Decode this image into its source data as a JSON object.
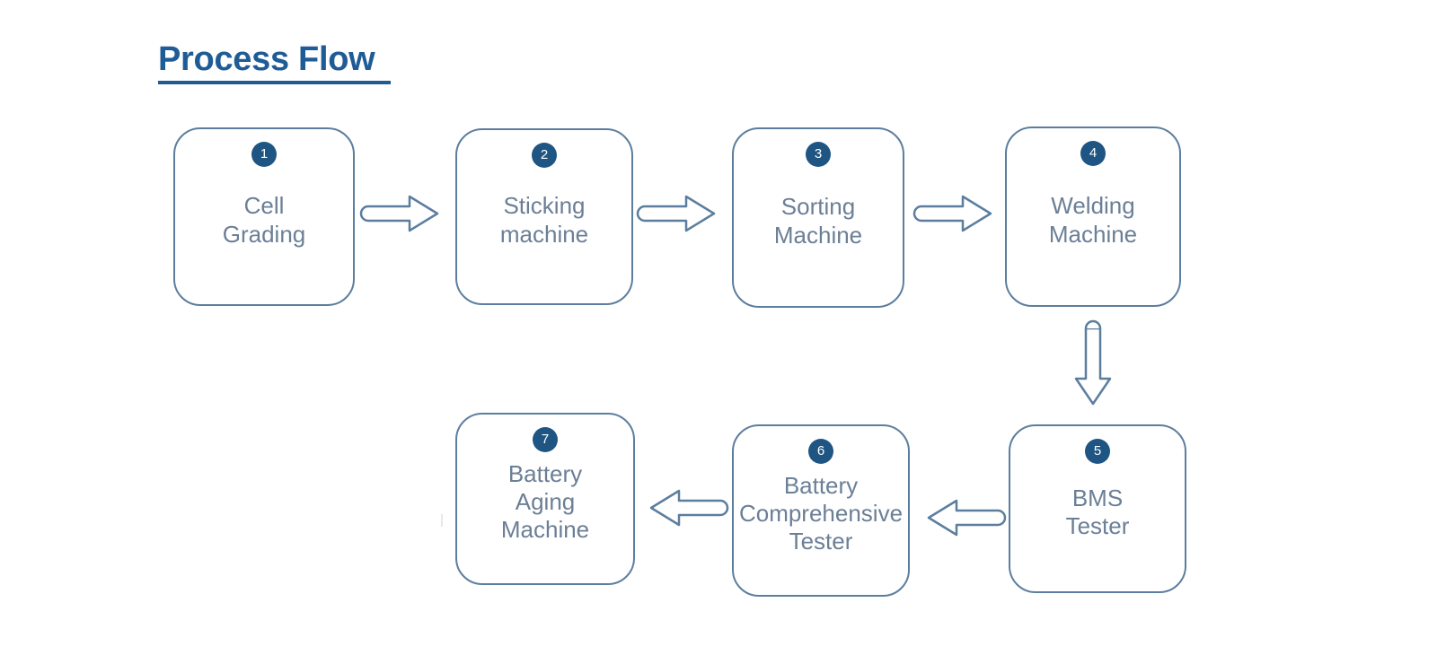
{
  "title": {
    "text": "Process Flow"
  },
  "colors": {
    "title": "#1f5c96",
    "node_border": "#5c7e9e",
    "node_text": "#6b7f96",
    "badge_bg": "#1f5582",
    "badge_text": "#ffffff",
    "arrow_stroke": "#5c7e9e",
    "background": "#ffffff"
  },
  "diagram": {
    "type": "process-flow",
    "direction": "serpentine-left-to-right-then-right-to-left",
    "nodes": [
      {
        "number": "1",
        "label": "Cell\nGrading"
      },
      {
        "number": "2",
        "label": "Sticking\nmachine"
      },
      {
        "number": "3",
        "label": "Sorting\nMachine"
      },
      {
        "number": "4",
        "label": "Welding\nMachine"
      },
      {
        "number": "5",
        "label": "BMS\nTester"
      },
      {
        "number": "6",
        "label": "Battery\nComprehensive\nTester"
      },
      {
        "number": "7",
        "label": "Battery\nAging\nMachine"
      }
    ],
    "connectors": [
      {
        "from": "1",
        "to": "2",
        "direction": "right"
      },
      {
        "from": "2",
        "to": "3",
        "direction": "right"
      },
      {
        "from": "3",
        "to": "4",
        "direction": "right"
      },
      {
        "from": "4",
        "to": "5",
        "direction": "down"
      },
      {
        "from": "5",
        "to": "6",
        "direction": "left"
      },
      {
        "from": "6",
        "to": "7",
        "direction": "left"
      }
    ]
  }
}
